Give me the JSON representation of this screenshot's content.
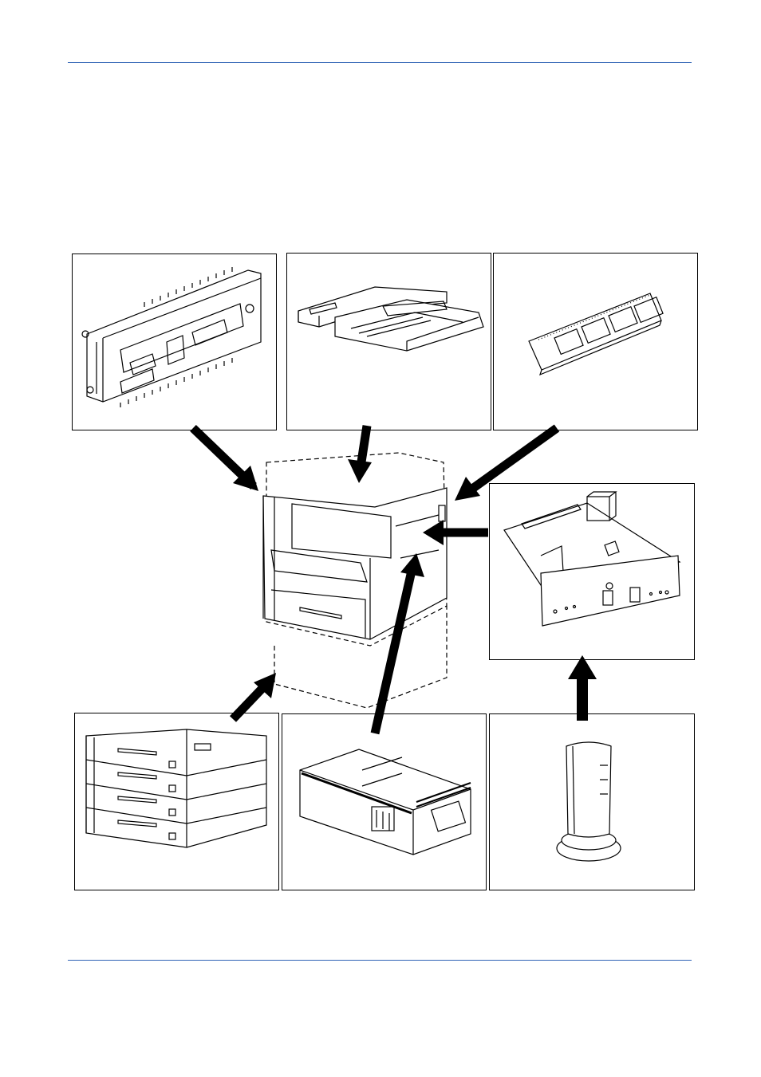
{
  "page": {
    "header_rule_color": "#2f63b5",
    "footer_rule_color": "#2f63b5"
  },
  "figure": {
    "components": [
      {
        "id": "duplex-unit",
        "icon": "duplex-unit-icon"
      },
      {
        "id": "document-processor",
        "icon": "document-processor-icon"
      },
      {
        "id": "memory-module",
        "icon": "memory-module-icon"
      },
      {
        "id": "network-interface-card",
        "icon": "network-card-icon"
      },
      {
        "id": "paper-feeder",
        "icon": "paper-feeder-icon"
      },
      {
        "id": "key-counter",
        "icon": "key-counter-icon"
      },
      {
        "id": "wireless-lan-adapter",
        "icon": "antenna-icon"
      }
    ],
    "center": {
      "id": "copier",
      "icon": "copier-icon"
    }
  }
}
